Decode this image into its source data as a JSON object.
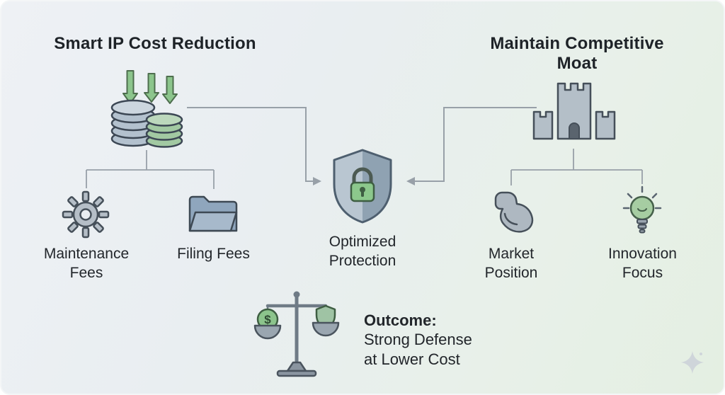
{
  "titles": {
    "left": "Smart IP Cost Reduction",
    "right": "Maintain Competitive Moat"
  },
  "center_node": {
    "label": "Optimized Protection",
    "icon": "shield-lock-icon"
  },
  "left_group": {
    "icon": "coins-down-arrows-icon",
    "children": [
      {
        "label": "Maintenance Fees",
        "icon": "gear-icon"
      },
      {
        "label": "Filing Fees",
        "icon": "folder-icon"
      }
    ]
  },
  "right_group": {
    "icon": "castle-icon",
    "children": [
      {
        "label": "Market Position",
        "icon": "bicep-icon"
      },
      {
        "label": "Innovation Focus",
        "icon": "lightbulb-icon"
      }
    ]
  },
  "outcome": {
    "icon": "balance-scale-icon",
    "heading": "Outcome:",
    "line1": "Strong Defense",
    "line2": "at Lower Cost",
    "dollar_sign": "$"
  },
  "decorations": {
    "sparkle": "sparkle-icon"
  },
  "colors": {
    "green_accent": "#8cc48c",
    "steel_blue": "#b3c1ce",
    "line": "#98a0a8",
    "text": "#22262b"
  }
}
